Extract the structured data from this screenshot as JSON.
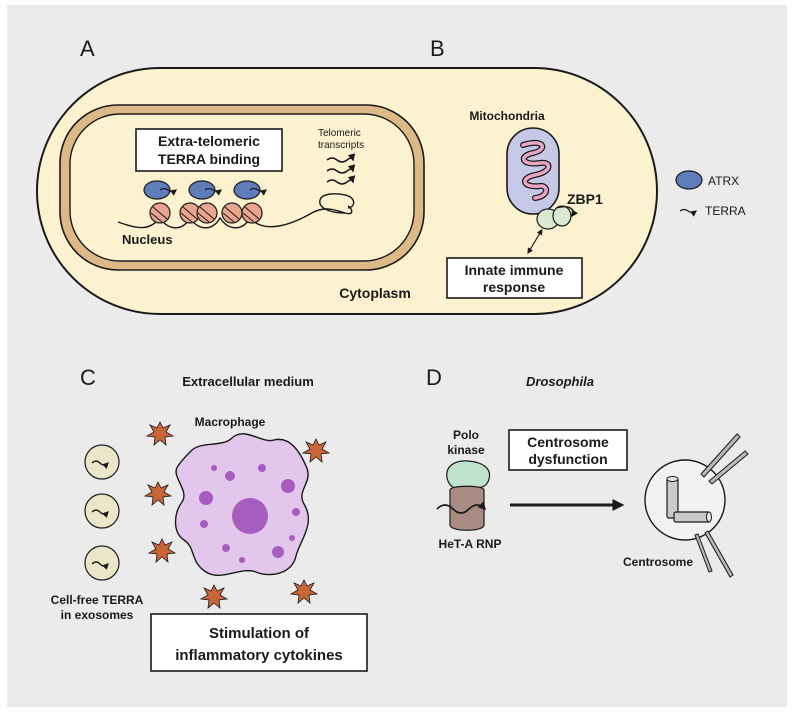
{
  "panels": {
    "a": "A",
    "b": "B",
    "c": "C",
    "d": "D"
  },
  "panel_a": {
    "box_line1": "Extra-telomeric",
    "box_line2": "TERRA binding",
    "telomeric_line1": "Telomeric",
    "telomeric_line2": "transcripts",
    "nucleus": "Nucleus"
  },
  "panel_b": {
    "mitochondria": "Mitochondria",
    "zbp1": "ZBP1",
    "box_line1": "Innate immune",
    "box_line2": "response",
    "cytoplasm": "Cytoplasm"
  },
  "legend": {
    "atrx": "ATRX",
    "terra": "TERRA"
  },
  "panel_c": {
    "heading": "Extracellular medium",
    "macrophage": "Macrophage",
    "cellfree_line1": "Cell-free TERRA",
    "cellfree_line2": "in exosomes",
    "box_line1": "Stimulation of",
    "box_line2": "inflammatory cytokines"
  },
  "panel_d": {
    "heading": "Drosophila",
    "polo_line1": "Polo",
    "polo_line2": "kinase",
    "heta": "HeT-A RNP",
    "box_line1": "Centrosome",
    "box_line2": "dysfunction",
    "centrosome": "Centrosome"
  },
  "colors": {
    "background": "#ebebeb",
    "cytoplasm": "#fcf2cf",
    "nucleus_ring": "#ddb988",
    "atrx": "#5f7dba",
    "nucleosome": "#eaa58e",
    "mito_outer": "#c6c8e8",
    "mito_cristae": "#eaa6c6",
    "zbp1": "#d9ead0",
    "macrophage": "#e2c6ec",
    "macrophage_dots": "#a75dbd",
    "exosome": "#ebe6c7",
    "cytokine": "#c8663a",
    "polo": "#bfe3cc",
    "heta": "#a88b82"
  }
}
